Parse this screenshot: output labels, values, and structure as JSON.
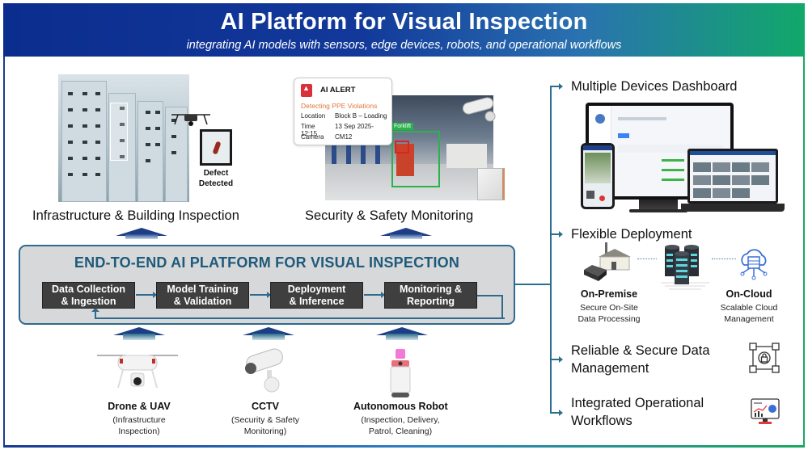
{
  "header": {
    "title": "AI Platform for Visual Inspection",
    "subtitle": "integrating AI models with sensors, edge devices, robots, and operational workflows"
  },
  "use_cases": [
    {
      "label": "Infrastructure & Building Inspection",
      "badge_line1": "Defect",
      "badge_line2": "Detected"
    },
    {
      "label": "Security & Safety Monitoring",
      "alert": {
        "title": "AI ALERT",
        "icon_label": "ALERT",
        "subtitle": "Detecting PPE Violations",
        "rows": [
          {
            "key": "Location",
            "value": "Block B – Loading"
          },
          {
            "key": "Time",
            "value": "13 Sep 2025- 12:15"
          },
          {
            "key": "Camera",
            "value": "CM12"
          }
        ],
        "detection_tag": "Forklift"
      }
    }
  ],
  "platform": {
    "title": "END-TO-END AI PLATFORM FOR VISUAL INSPECTION",
    "steps": [
      {
        "line1": "Data Collection",
        "line2": "& Ingestion"
      },
      {
        "line1": "Model Training",
        "line2": "& Validation"
      },
      {
        "line1": "Deployment",
        "line2": "& Inference"
      },
      {
        "line1": "Monitoring &",
        "line2": "Reporting"
      }
    ]
  },
  "devices": [
    {
      "name": "Drone & UAV",
      "desc1": "(Infrastructure",
      "desc2": "Inspection)"
    },
    {
      "name": "CCTV",
      "desc1": "(Security & Safety",
      "desc2": "Monitoring)"
    },
    {
      "name": "Autonomous Robot",
      "desc1": "(Inspection, Delivery,",
      "desc2": "Patrol, Cleaning)"
    }
  ],
  "features": [
    {
      "line1": "Multiple Devices Dashboard",
      "line2": ""
    },
    {
      "line1": "Flexible Deployment",
      "line2": ""
    },
    {
      "line1": "Reliable & Secure Data",
      "line2": "Management"
    },
    {
      "line1": "Integrated Operational",
      "line2": "Workflows"
    }
  ],
  "deployment": {
    "on_premise": {
      "title": "On-Premise",
      "desc1": "Secure On-Site",
      "desc2": "Data Processing"
    },
    "on_cloud": {
      "title": "On-Cloud",
      "desc1": "Scalable Cloud",
      "desc2": "Management"
    }
  },
  "colors": {
    "header_start": "#0b2d8e",
    "header_end": "#11a86a",
    "platform_title": "#1e5a7a",
    "connector": "#2b6f8f",
    "step_bg": "#3f3f3f",
    "alert_accent": "#e0783a",
    "alert_icon": "#d9303a",
    "detection_box": "#2bb24c"
  }
}
